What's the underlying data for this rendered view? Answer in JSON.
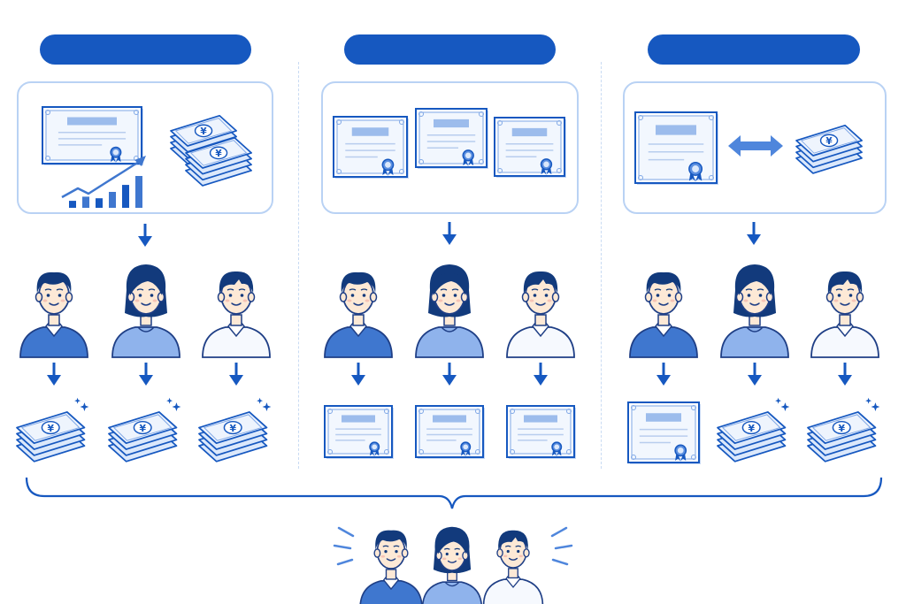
{
  "columns": [
    {
      "header_label": "",
      "panel_icons": [
        "certificate-icon",
        "growth-chart-icon",
        "yen-bills-icon"
      ],
      "people": [
        "man",
        "woman",
        "boy"
      ],
      "outcomes": [
        "yen-bills-icon",
        "yen-bills-icon",
        "yen-bills-icon"
      ]
    },
    {
      "header_label": "",
      "panel_icons": [
        "certificate-icon",
        "certificate-icon",
        "certificate-icon"
      ],
      "people": [
        "man",
        "woman",
        "boy"
      ],
      "outcomes": [
        "certificate-icon",
        "certificate-icon",
        "certificate-icon"
      ]
    },
    {
      "header_label": "",
      "panel_icons": [
        "certificate-icon",
        "exchange-arrow-icon",
        "yen-bills-icon"
      ],
      "people": [
        "man",
        "woman",
        "boy"
      ],
      "outcomes": [
        "certificate-icon",
        "yen-bills-icon",
        "yen-bills-icon"
      ]
    }
  ],
  "currency_symbol": "¥",
  "colors": {
    "primary": "#1658c0",
    "panel_border": "#b9d2f4",
    "light_blue": "#dbe8fb",
    "mid_blue": "#7fa7e6"
  },
  "footer": {
    "group": [
      "man",
      "woman",
      "boy"
    ]
  }
}
